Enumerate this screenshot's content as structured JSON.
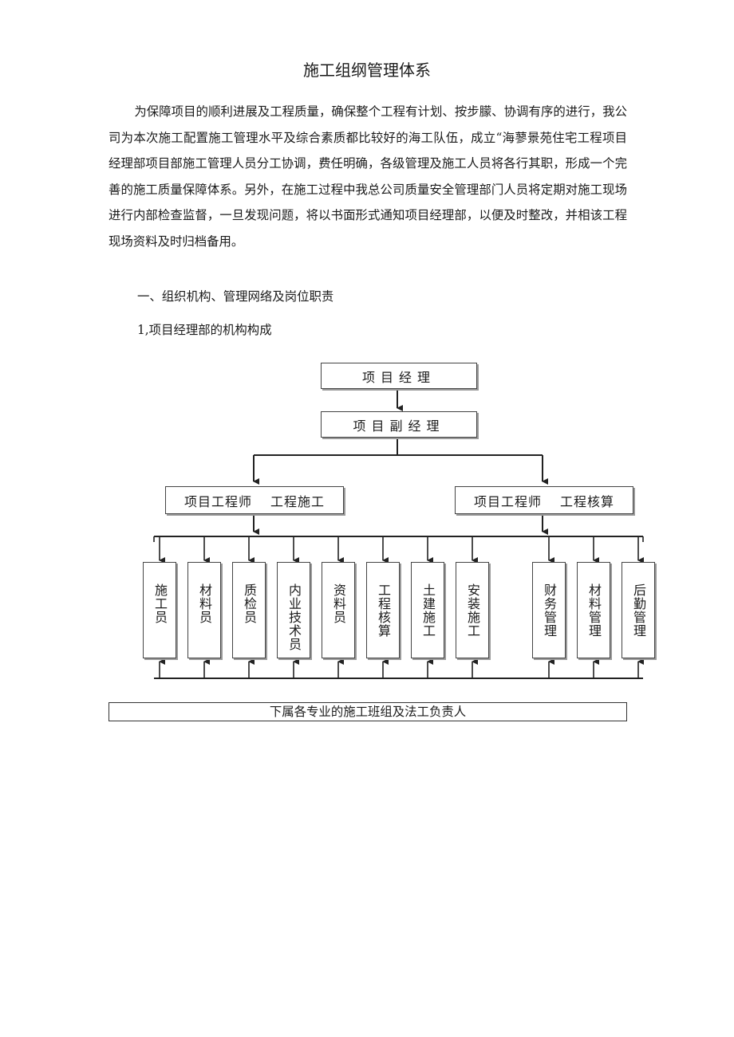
{
  "title": "施工组纲管理体系",
  "paragraph": "为保障项目的顺利进展及工程质量，确保整个工程有计划、按步朦、协调有序的进行，我公司为本次施工配置施工管理水平及综合素质都比较好的海工队伍，成立“海蓼景苑住宅工程项目经理部项目部施工管理人员分工协调，费任明确，各级管理及施工人员将各行其职，形成一个完善的施工质量保障体系。另外，在施工过程中我总公司质量安全管理部门人员将定期对施工现场进行内部检查监督，一旦发现问题，将以书面形式通知项目经理部，以便及时整改，并相该工程现场资料及时归档备用。",
  "section1": "一、组织机构、管理网络及岗位职责",
  "section2": "1,项目经理部的机构构成",
  "org": {
    "top": "项目经理",
    "deputy": "项目副经理",
    "left_mid": "项目工程师　 工程施工",
    "right_mid": "项目工程师　 工程核算",
    "staff": [
      "施工员",
      "材料员",
      "质检员",
      "内业技术员",
      "资料员",
      "工程核算",
      "土建施工",
      "安装施工",
      "财务管理",
      "材料管理",
      "后勤管理"
    ],
    "bottom": "下属各专业的施工班组及法工负责人"
  }
}
